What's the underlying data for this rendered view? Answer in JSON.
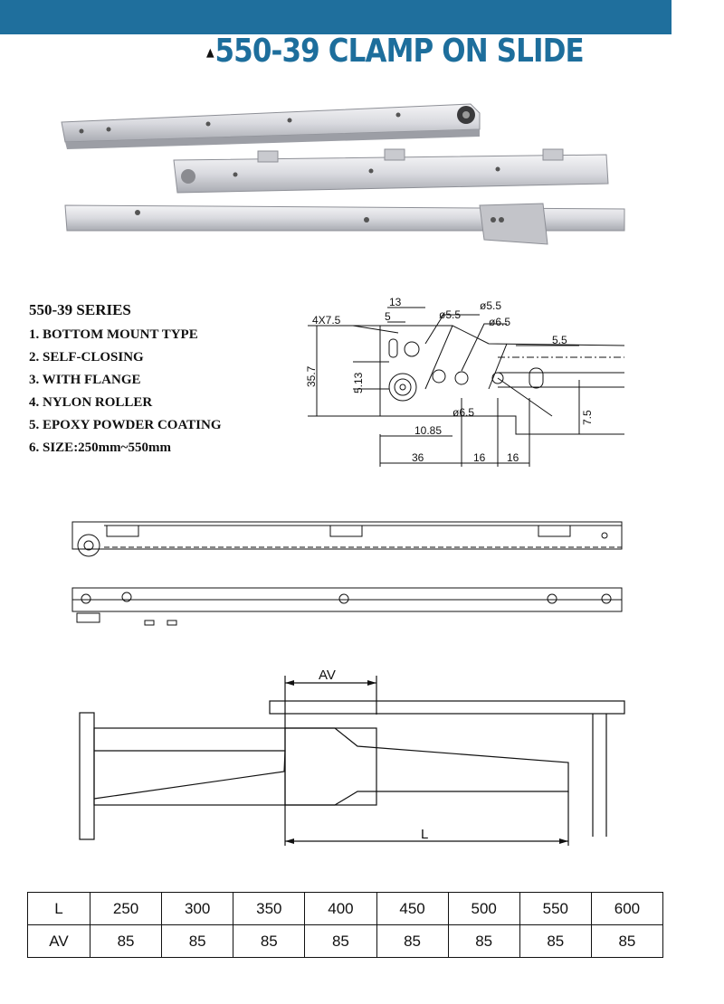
{
  "title": "550-39 CLAMP ON SLIDE",
  "specs": {
    "series": "550-39 SERIES",
    "items": [
      "1. BOTTOM MOUNT TYPE",
      "2. SELF-CLOSING",
      "3. WITH FLANGE",
      "4. NYLON ROLLER",
      "5. EPOXY POWDER COATING",
      "6. SIZE:250mm~550mm"
    ]
  },
  "dimension_labels": {
    "d13": "13",
    "d5": "5",
    "d4x75": "4X7.5",
    "d55a": "ø5.5",
    "d55b": "ø5.5",
    "d65a": "ø6.5",
    "d55c": "5.5",
    "d357": "35.7",
    "d513": "5.13",
    "d65b": "ø6.5",
    "d75": "7.5",
    "d1085": "10.85",
    "d36": "36",
    "d16a": "16",
    "d16b": "16"
  },
  "assembly_labels": {
    "av": "AV",
    "l": "L"
  },
  "size_table": {
    "row_l_label": "L",
    "row_av_label": "AV",
    "l_values": [
      "250",
      "300",
      "350",
      "400",
      "450",
      "500",
      "550",
      "600"
    ],
    "av_values": [
      "85",
      "85",
      "85",
      "85",
      "85",
      "85",
      "85",
      "85"
    ]
  }
}
